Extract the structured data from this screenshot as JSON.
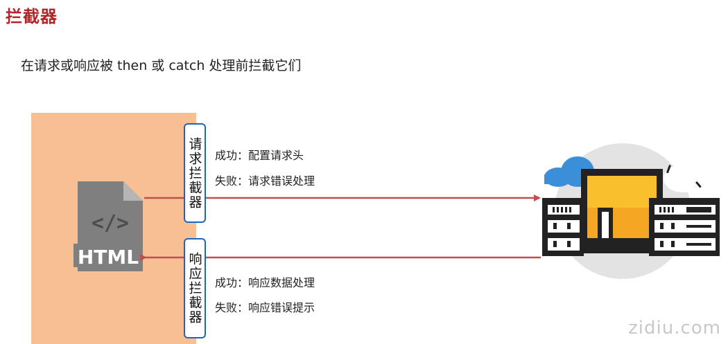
{
  "title": "拦截器",
  "subtitle": "在请求或响应被 then 或 catch 处理前拦截它们",
  "request_interceptor": {
    "label": "请求拦截器",
    "success": "成功：配置请求头",
    "failure": "失败：请求错误处理"
  },
  "response_interceptor": {
    "label": "响应拦截器",
    "success": "成功：响应数据处理",
    "failure": "失败：响应错误提示"
  },
  "html_icon_text": "HTML",
  "html_icon_tag": "</>",
  "watermark": "zidiu.com",
  "colors": {
    "title": "#b0262a",
    "client_panel": "#f8bf93",
    "interceptor_border": "#1d63c6",
    "arrow": "#c0504d",
    "server_yellow": "#f9bf2c",
    "cloud_blue": "#3b8fd9"
  }
}
